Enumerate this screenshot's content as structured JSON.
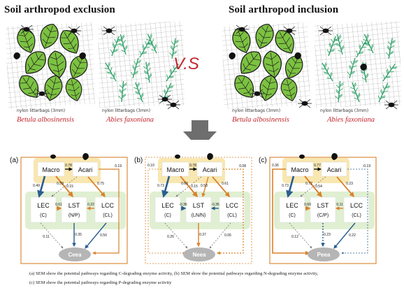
{
  "headers": {
    "exclusion": "Soil arthropod exclusion",
    "inclusion": "Soil arthropod inclusion"
  },
  "vs": "V.S",
  "litterbags": {
    "label": "nylon litterbags (3mm)"
  },
  "species": {
    "birch": "Betula albosinensis",
    "fir": "Abies faxoniana"
  },
  "colors": {
    "species_red": "#c4272e",
    "leaf_green": "#7cc241",
    "fir_green": "#1f9a5c",
    "yellow_box": "#f8e7b0",
    "green_box": "#e0efd2",
    "arrow_blue": "#2a5d8f",
    "arrow_orange": "#d9822b",
    "node_grey": "#b5b5b5",
    "arrow_grey": "#7a7a7a"
  },
  "panels": [
    {
      "tag": "(a)",
      "macro": "Macro",
      "acari": "Acari",
      "ma_coef": "0.78",
      "lec": "LEC",
      "lec_sub": "(C)",
      "lst": "LST",
      "lst_sub": "(N/P)",
      "lcc": "LCC",
      "lcc_sub": "(CL)",
      "lec_lst": "0.61",
      "lst_lcc": "0.22",
      "macro_lec": "0.49",
      "macro_lst": "0.59",
      "acari_lec": "0.15",
      "acari_lcc": "0.75",
      "top": "0.19",
      "left_top": "",
      "lec_t": "0.11",
      "lst_t": "0.35",
      "lcc_t": "0.50",
      "target": "Ceea"
    },
    {
      "tag": "(b)",
      "macro": "Macro",
      "acari": "Acari",
      "ma_coef": "0.78",
      "lec": "LEC",
      "lec_sub": "(C)",
      "lst": "LST",
      "lst_sub": "(LN/N)",
      "lcc": "LCC",
      "lcc_sub": "(CL)",
      "lec_lst": "-0.36",
      "lst_lcc": "-0.35",
      "macro_lec": "0.73",
      "macro_lst": "0.60",
      "acari_lec": "0.15",
      "acari_lcc": "0.61",
      "top": "0.08",
      "left_top": "0.10",
      "acari_lst": "0.53",
      "lec_t": "0.26",
      "lst_t": "0.37",
      "lcc_t": "0.05",
      "target": "Neea"
    },
    {
      "tag": "(c)",
      "macro": "Macro",
      "acari": "Acari",
      "ma_coef": "0.77",
      "lec": "LEC",
      "lec_sub": "(C)",
      "lst": "LST",
      "lst_sub": "(C/P)",
      "lcc": "LCC",
      "lcc_sub": "(CL)",
      "lec_lst": "0.60",
      "lst_lcc": "0.11",
      "macro_lec": "0.73",
      "macro_lst": "0.72",
      "acari_lec": "0.54",
      "acari_lcc": "0.23",
      "top": "-0.19",
      "left_top": "0.36",
      "lec_t": "0.12",
      "lst_t": "0.23",
      "lcc_t": "0.22",
      "target": "Peea"
    }
  ],
  "captions": [
    "(a) SEM show the potential pathways regarding C-degrading enzyme activity, (b) SEM show the potential pathways regarding N-degrading enzyme activity,",
    "(c) SEM show the potential pathways regarding P-degrading enzyme activity"
  ]
}
